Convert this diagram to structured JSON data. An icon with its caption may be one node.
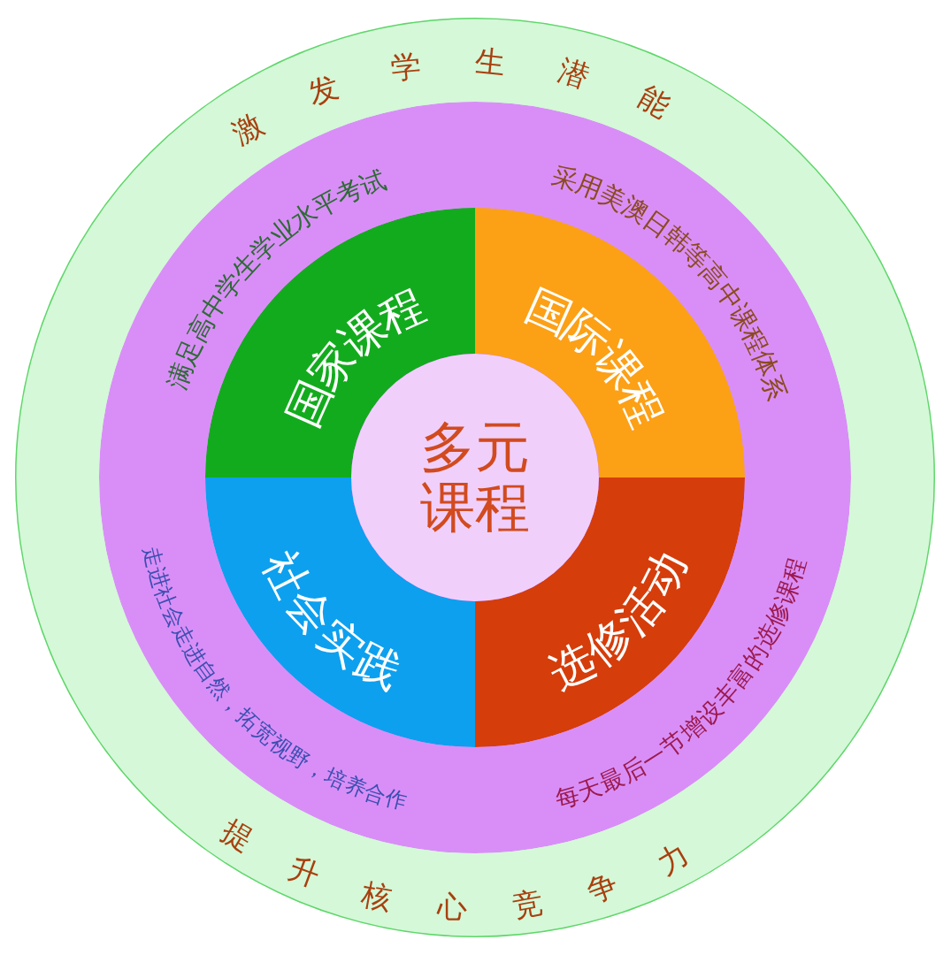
{
  "diagram": {
    "nodes": [
      {
        "text": [
          "激发学生潜能",
          "提升核心竞争力"
        ]
      },
      {
        "text": [
          "满足高中学生学业水平考试",
          "采用美澳日韩等高中课程体系",
          "走进社会走进自然，拓宽视野，培养合作",
          "每天最后一节增设丰富的选修课程"
        ],
        "in": 0
      },
      {
        "text": [
          "国家课程"
        ],
        "in": 1
      },
      {
        "text": [
          "国际课程"
        ],
        "in": 1
      },
      {
        "text": [
          "社会实践"
        ],
        "in": 1
      },
      {
        "text": [
          "选修活动"
        ],
        "in": 1
      },
      {
        "text": [
          "多元课程"
        ],
        "in": 1
      }
    ]
  }
}
